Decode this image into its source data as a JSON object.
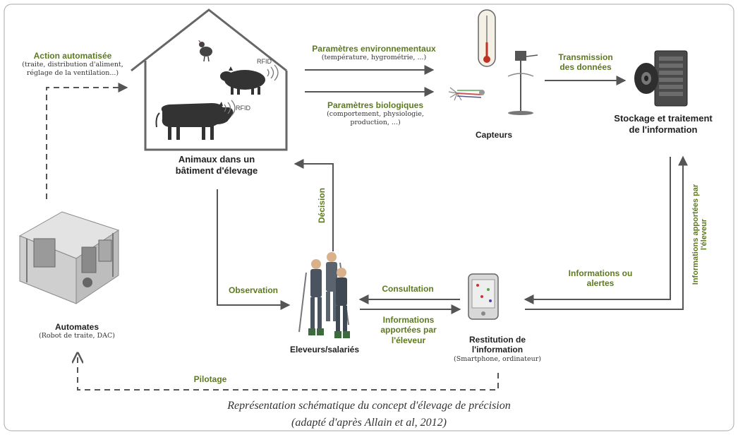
{
  "title_caption": {
    "line1": "Représentation schématique du concept d'élevage de précision",
    "line2": "(adapté d'après Allain et al, 2012)"
  },
  "building": {
    "label_line1": "Animaux dans un",
    "label_line2": "bâtiment d'élevage",
    "rfid_pig": "RFID",
    "rfid_cow": "RFID"
  },
  "sensors": {
    "label": "Capteurs"
  },
  "storage": {
    "label_line1": "Stockage et traitement",
    "label_line2": "de l'information"
  },
  "farmers": {
    "label": "Eleveurs/salariés"
  },
  "restitution": {
    "label_line1": "Restitution de",
    "label_line2": "l'information",
    "sub": "(Smartphone, ordinateur)"
  },
  "automates": {
    "label": "Automates",
    "sub": "(Robot de traite, DAC)"
  },
  "flows": {
    "action_title": "Action automatisée",
    "action_sub1": "(traite, distribution d'aliment,",
    "action_sub2": "réglage de la ventilation...)",
    "env_title": "Paramètres environnementaux",
    "env_sub": "(température, hygrométrie, ...)",
    "bio_title": "Paramètres biologiques",
    "bio_sub1": "(comportement, physiologie,",
    "bio_sub2": "production, ...)",
    "transmission_line1": "Transmission",
    "transmission_line2": "des données",
    "decision": "Décision",
    "observation": "Observation",
    "consultation": "Consultation",
    "info_farmer_line1": "Informations",
    "info_farmer_line2": "apportées par",
    "info_farmer_line3": "l'éleveur",
    "alerts_line1": "Informations ou",
    "alerts_line2": "alertes",
    "info_vertical_line1": "Informations apportées par",
    "info_vertical_line2": "l'éleveur",
    "pilotage": "Pilotage"
  },
  "colors": {
    "arrow": "#555555",
    "label_green": "#5d7a1e"
  }
}
